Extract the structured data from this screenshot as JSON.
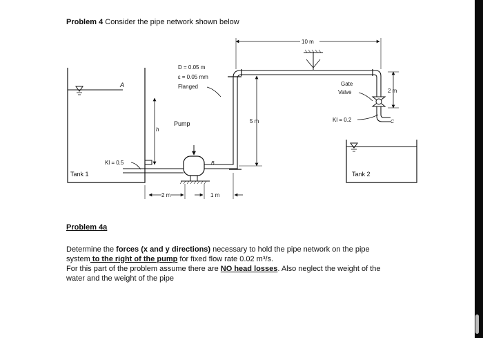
{
  "header": {
    "problem_label": "Problem 4",
    "problem_text": "Consider the pipe network shown below"
  },
  "diagram": {
    "dim_10m": "10 m",
    "pipe_d": "D = 0.05 m",
    "pipe_eps": "ε = 0.05 mm",
    "pipe_flanged": "Flanged",
    "point_a": "A",
    "point_b": "B",
    "point_c": "C",
    "pump": "Pump",
    "h": "h",
    "dim_5m": "5 m",
    "gate": "Gate",
    "valve": "Valve",
    "k_exit": "Kl = 0.2",
    "k_entrance": "Kl = 0.5",
    "dim_2m_right": "2 m",
    "tank1": "Tank 1",
    "tank2": "Tank 2",
    "dim_2m_bottom": "2 m",
    "dim_1m": "1 m"
  },
  "problem4a": {
    "title": "Problem 4a",
    "line1_a": "Determine the ",
    "line1_b": "forces (x and y directions)",
    "line1_c": " necessary to hold the pipe network on the pipe",
    "line2_a": "system",
    "line2_b": " to the right of the pump",
    "line2_c": " for fixed flow rate 0.02 m³/s.",
    "line3_a": "For this part of the problem assume there are ",
    "line3_b": "NO head losses",
    "line3_c": ". Also neglect the weight of the",
    "line4": "water and the weight of the pipe"
  }
}
